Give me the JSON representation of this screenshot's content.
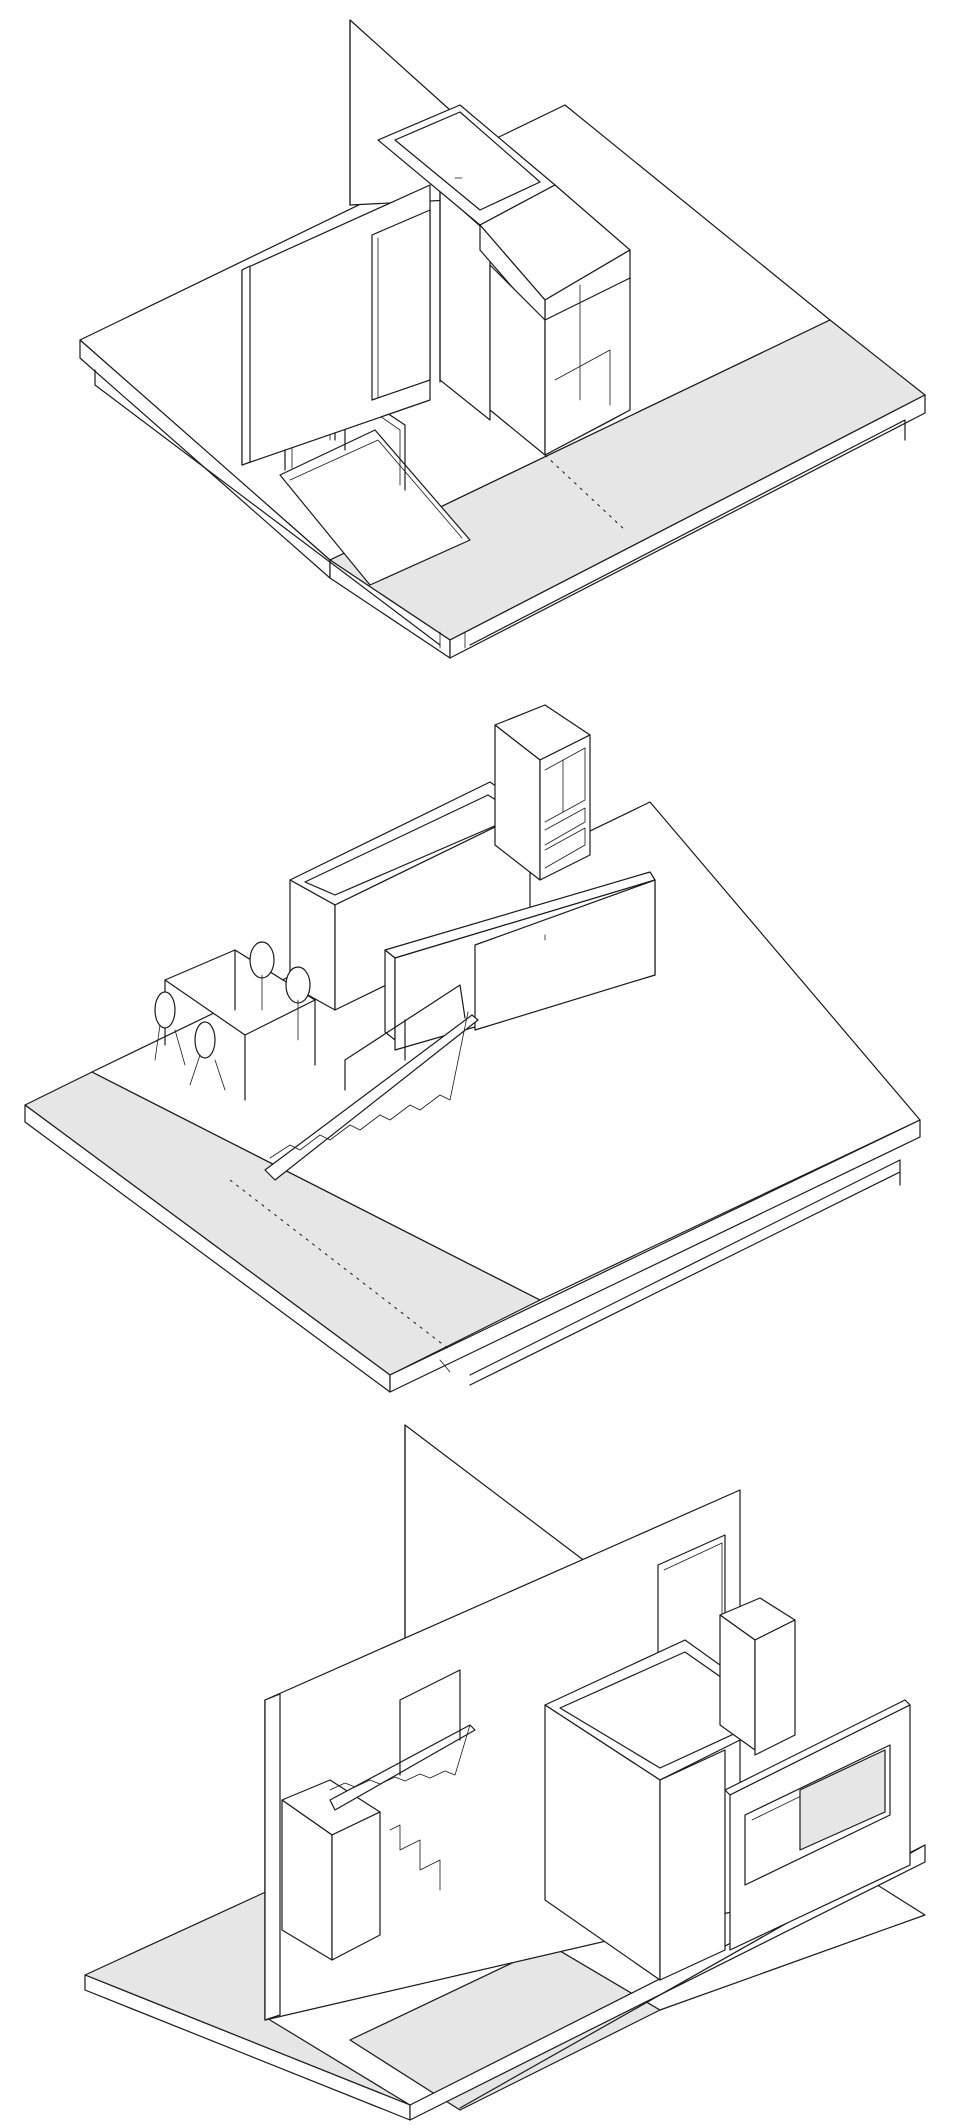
{
  "colors": {
    "background": "#ffffff",
    "line": "#1a1a1a",
    "floor_gray": "#e6e6e6",
    "floor_dark": "#d9d9d9"
  },
  "levels": [
    {
      "id": "upper-level",
      "elements": [
        "floor-slab",
        "partition-walls",
        "door-opening",
        "stair-void",
        "glass-railing",
        "overhead-box",
        "storage-unit"
      ]
    },
    {
      "id": "middle-level",
      "elements": [
        "floor-slab",
        "kitchen-counter",
        "refrigerator",
        "dining-table",
        "chairs",
        "partition-wall",
        "staircase",
        "handrail"
      ]
    },
    {
      "id": "lower-level",
      "elements": [
        "floor-slab",
        "tall-wall",
        "doorway",
        "staircase",
        "stair-block",
        "bathroom-box",
        "window-wall"
      ]
    }
  ]
}
